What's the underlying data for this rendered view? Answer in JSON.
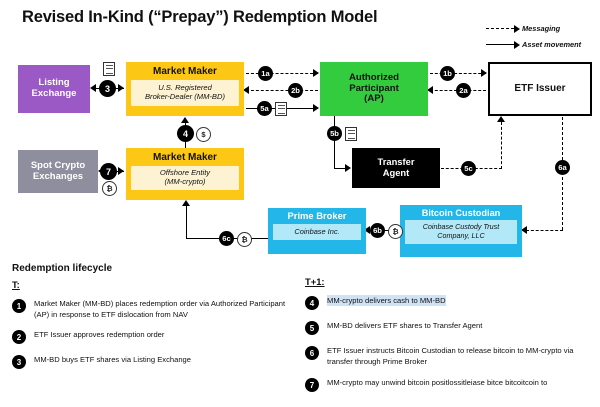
{
  "title": "Revised In-Kind (“Prepay”) Redemption Model",
  "legend": {
    "items": [
      {
        "label": "Messaging",
        "style": "dashed",
        "icon": "dashed-arrow-icon"
      },
      {
        "label": "Asset movement",
        "style": "solid",
        "icon": "solid-arrow-icon"
      }
    ]
  },
  "nodes": {
    "listing_exchange": {
      "title": "Listing\nExchange",
      "line1": "Listing",
      "line2": "Exchange",
      "color": "#9b59c6"
    },
    "spot_crypto": {
      "line1": "Spot Crypto",
      "line2": "Exchanges",
      "color": "#8e8e9e"
    },
    "market_maker_bd": {
      "title": "Market Maker",
      "sub_line1": "U.S. Registered",
      "sub_line2": "Broker-Dealer (MM-BD)",
      "color": "#fcc815"
    },
    "market_maker_crypto": {
      "title": "Market Maker",
      "sub_line1": "Offshore Entity",
      "sub_line2": "(MM-crypto)",
      "color": "#fcc815"
    },
    "authorized_participant": {
      "line1": "Authorized",
      "line2": "Participant",
      "line3": "(AP)",
      "color": "#34cc3f"
    },
    "etf_issuer": {
      "title": "ETF Issuer",
      "color": "#ffffff"
    },
    "transfer_agent": {
      "line1": "Transfer",
      "line2": "Agent",
      "color": "#000000"
    },
    "prime_broker": {
      "title": "Prime Broker",
      "sub": "Coinbase Inc.",
      "color": "#22b7e8"
    },
    "bitcoin_custodian": {
      "title": "Bitcoin Custodian",
      "sub_line1": "Coinbase Custody Trust",
      "sub_line2": "Company, LLC",
      "color": "#22b7e8"
    }
  },
  "badges": {
    "b1a": "1a",
    "b1b": "1b",
    "b2a": "2a",
    "b2b": "2b",
    "b3": "3",
    "b4": "4",
    "b5a": "5a",
    "b5b": "5b",
    "b5c": "5c",
    "b6a": "6a",
    "b6b": "6b",
    "b6c": "6c",
    "b7": "7"
  },
  "coins": {
    "dollar": "$",
    "bitcoin": "₿"
  },
  "lifecycle": {
    "heading": "Redemption lifecycle",
    "col_t": {
      "header": "T:",
      "steps": [
        {
          "num": "1",
          "text": "Market Maker (MM-BD) places redemption order via Authorized Participant (AP) in response to ETF dislocation from NAV",
          "highlight": false
        },
        {
          "num": "2",
          "text": "ETF Issuer approves redemption order",
          "highlight": false
        },
        {
          "num": "3",
          "text": "MM-BD buys ETF shares via Listing Exchange",
          "highlight": false
        }
      ]
    },
    "col_t1": {
      "header": "T+1:",
      "steps": [
        {
          "num": "4",
          "text": "MM-crypto delivers cash to MM-BD",
          "highlight": true
        },
        {
          "num": "5",
          "text": "MM-BD delivers ETF shares to Transfer Agent",
          "highlight": false
        },
        {
          "num": "6",
          "text": "ETF Issuer instructs Bitcoin Custodian to release bitcoin to MM-crypto via transfer through Prime Broker",
          "highlight": false
        },
        {
          "num": "7",
          "text": "MM-crypto may unwind bitcoin positlossitleiase bitce bitcoitcoin to",
          "highlight": false
        }
      ]
    }
  }
}
